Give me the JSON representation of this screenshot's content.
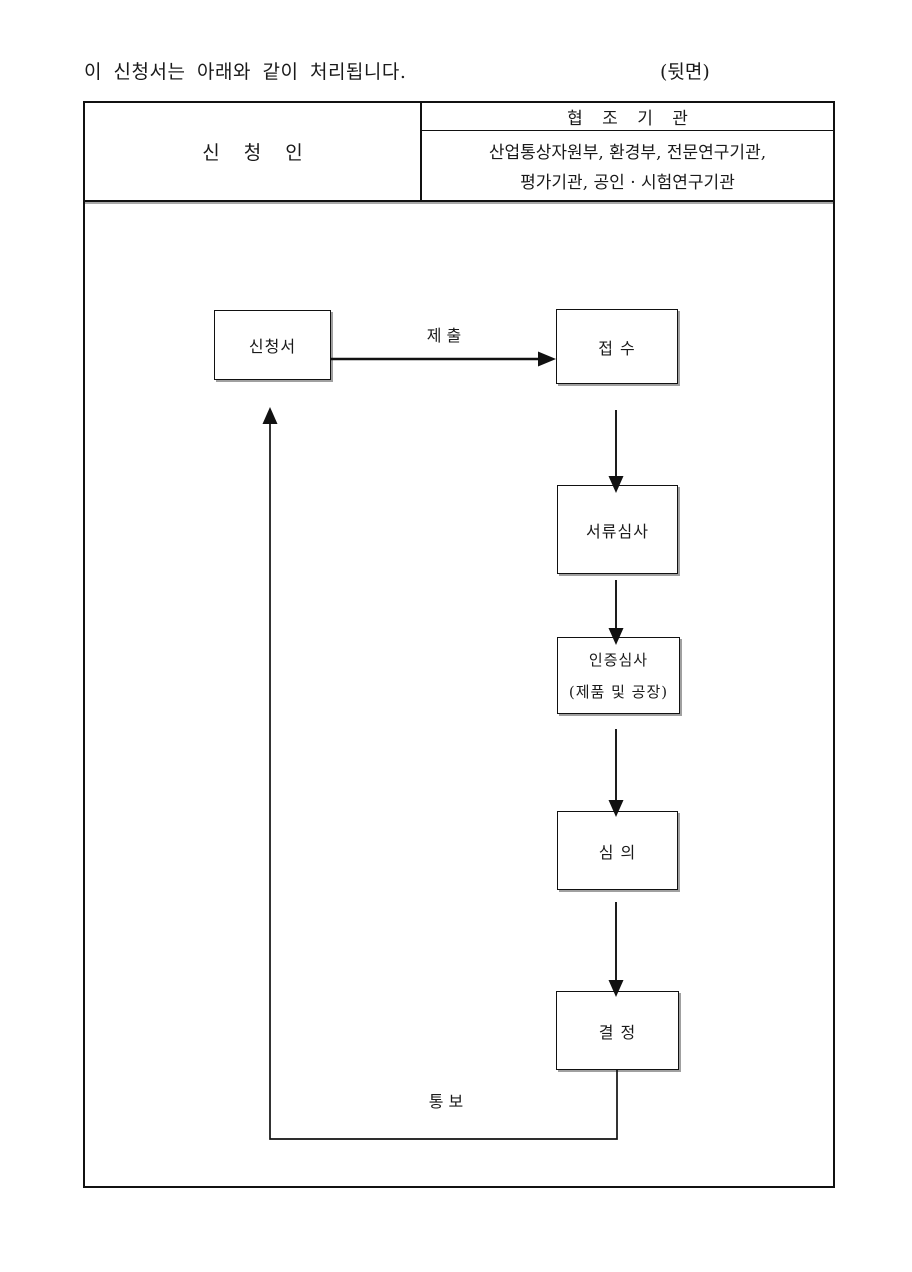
{
  "page": {
    "intro_text": "이 신청서는 아래와 같이 처리됩니다.",
    "back_side_label": "(뒷면)"
  },
  "table": {
    "applicant_header": "신 청 인",
    "cooperating_header": "협 조 기 관",
    "cooperating_agencies_line1": "산업통상자원부, 환경부, 전문연구기관,",
    "cooperating_agencies_line2": "평가기관, 공인 · 시험연구기관"
  },
  "flowchart": {
    "nodes": [
      {
        "id": "application",
        "label": "신청서"
      },
      {
        "id": "receipt",
        "label": "접 수"
      },
      {
        "id": "doc-review",
        "label": "서류심사"
      },
      {
        "id": "cert-review",
        "label": "인증심사",
        "sublabel": "(제품 및 공장)"
      },
      {
        "id": "deliberation",
        "label": "심 의"
      },
      {
        "id": "decision",
        "label": "결 정"
      }
    ],
    "edges": [
      {
        "from": "application",
        "to": "receipt",
        "label": "제 출"
      },
      {
        "from": "receipt",
        "to": "doc-review",
        "label": ""
      },
      {
        "from": "doc-review",
        "to": "cert-review",
        "label": ""
      },
      {
        "from": "cert-review",
        "to": "deliberation",
        "label": ""
      },
      {
        "from": "deliberation",
        "to": "decision",
        "label": ""
      },
      {
        "from": "decision",
        "to": "application",
        "label": "통 보"
      }
    ],
    "edge_labels": {
      "submit": "제 출",
      "notify": "통 보"
    }
  },
  "colors": {
    "line": "#111111",
    "box_shadow": "#a0a0a0",
    "background": "#ffffff",
    "text": "#1a1a1a"
  }
}
